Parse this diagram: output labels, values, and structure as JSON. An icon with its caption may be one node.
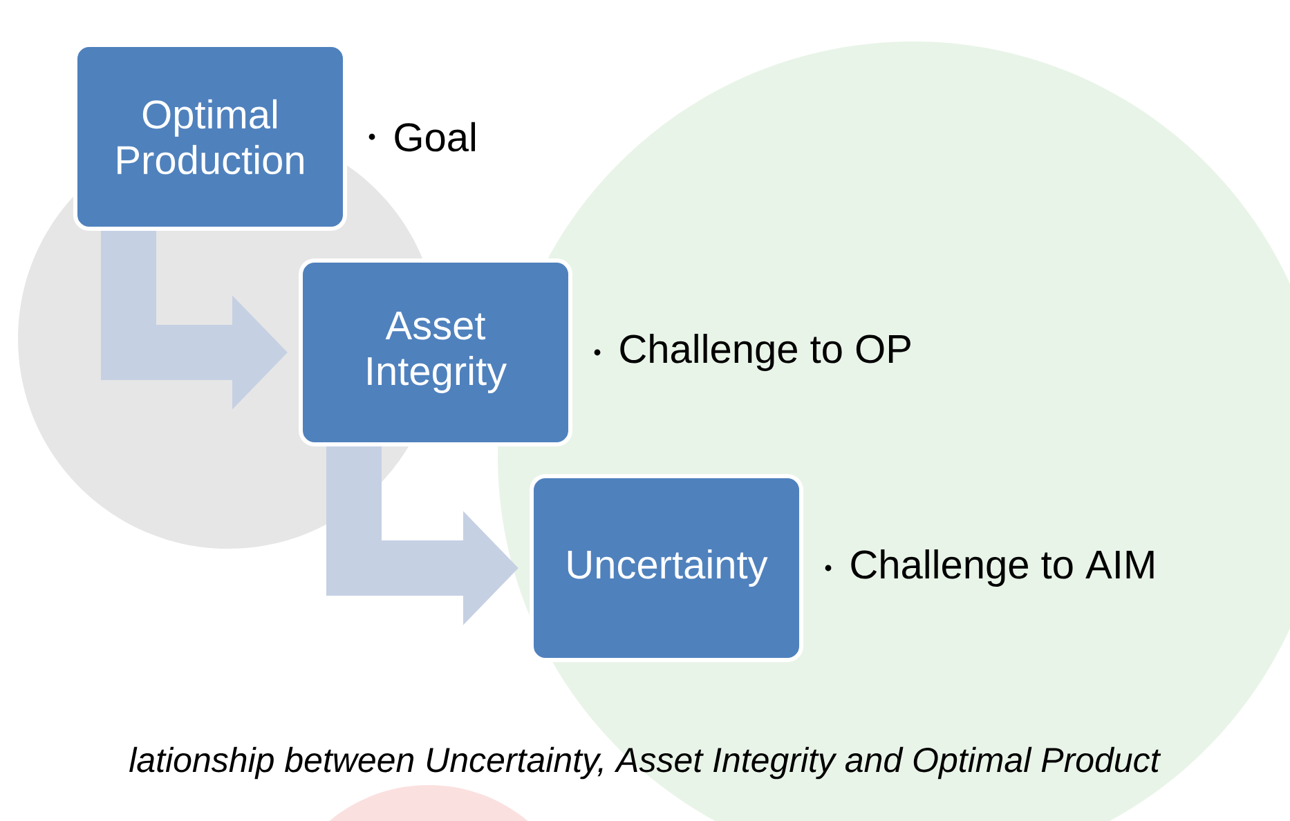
{
  "diagram": {
    "caption": "lationship between Uncertainty, Asset Integrity and Optimal Product",
    "nodes": [
      {
        "text": [
          "Optimal Production"
        ],
        "beside": [
          "Goal"
        ]
      },
      {
        "text": [
          "Asset Integrity"
        ],
        "beside": [
          "Challenge to OP"
        ]
      },
      {
        "text": [
          "Uncertainty"
        ],
        "beside": [
          "Challenge to AIM"
        ]
      }
    ],
    "edges": [
      {
        "from": 0,
        "to": 1,
        "arrow": "to"
      },
      {
        "from": 1,
        "to": 2,
        "arrow": "to"
      }
    ]
  }
}
